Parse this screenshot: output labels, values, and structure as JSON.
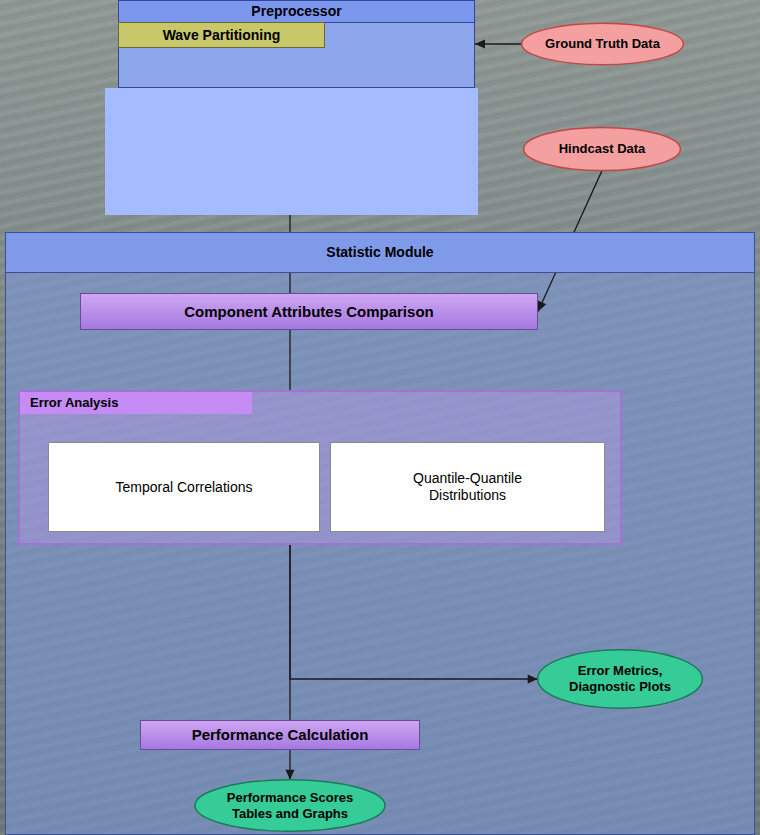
{
  "diagram": {
    "nodes": [
      {
        "text": [
          "Preprocessor"
        ]
      },
      {
        "text": [
          "Wave Partitioning"
        ],
        "in": 0
      },
      {
        "text": [
          "Ground Truth Data"
        ]
      },
      {
        "text": [
          "Hindcast Data"
        ]
      },
      {
        "text": [
          "Statistic Module"
        ]
      },
      {
        "text": [
          "Component Attributes Comparison"
        ],
        "in": 4
      },
      {
        "text": [
          "Error Analysis"
        ],
        "in": 4
      },
      {
        "text": [
          "Temporal Correlations"
        ],
        "in": 6
      },
      {
        "text": [
          "Quantile-Quantile Distributions"
        ],
        "in": 6
      },
      {
        "text": [
          "Error Metrics, Diagnostic Plots"
        ],
        "in": 4
      },
      {
        "text": [
          "Performance Calculation"
        ],
        "in": 4
      },
      {
        "text": [
          "Performance Scores Tables and Graphs"
        ],
        "in": 4
      }
    ],
    "edges": [
      {
        "from": 2,
        "to": 0,
        "arrow": "to"
      },
      {
        "from": 0,
        "to": 4,
        "arrow": "none"
      },
      {
        "from": 4,
        "to": 5,
        "arrow": "none"
      },
      {
        "from": 3,
        "to": 5,
        "arrow": "to"
      },
      {
        "from": 5,
        "to": 6,
        "arrow": "none"
      },
      {
        "from": 6,
        "to": 9,
        "arrow": "to"
      },
      {
        "from": 6,
        "to": 10,
        "arrow": "none"
      },
      {
        "from": 10,
        "to": 11,
        "arrow": "to"
      }
    ]
  }
}
